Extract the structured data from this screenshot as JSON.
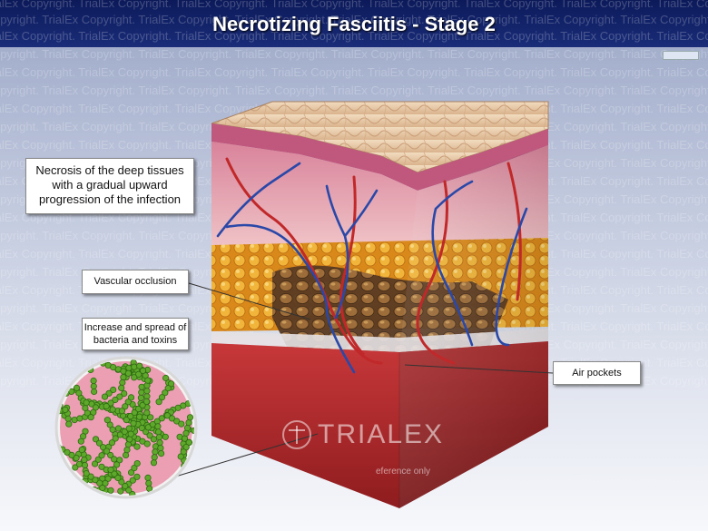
{
  "header": {
    "title": "Necrotizing Fasciitis - Stage 2"
  },
  "watermark": {
    "text": "TrialEx Copyright. TrialEx Copyright. TrialEx Copyright. TrialEx Copyright. TrialEx Copyright. TrialEx Copyright. TrialEx Copyright. TrialEx Copyright."
  },
  "callouts": {
    "main": "Necrosis of the deep tissues with a gradual upward progression of the infection",
    "vascular": "Vascular occlusion",
    "bacteria": "Increase and spread of bacteria and toxins",
    "air": "Air pockets"
  },
  "logo": {
    "text": "TRIALEX"
  },
  "reference_text": "eference only",
  "colors": {
    "title_bar": "#0c1a5a",
    "skin": "#e8c7a4",
    "fat": "#e8a21e",
    "muscle": "#b4262a",
    "bacteria": "#5ea82b",
    "bacteria_bg": "#e89ab0"
  }
}
